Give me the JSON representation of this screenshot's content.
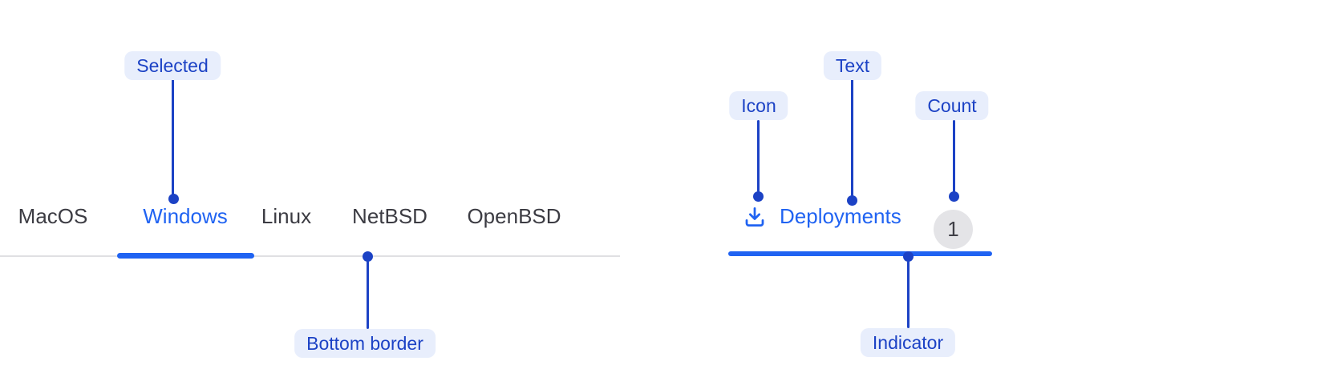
{
  "colors": {
    "tab_active": "#2063f2",
    "tab_inactive": "#3c3c43",
    "annotation": "#1c42c5",
    "annotation_pill_bg": "#e8eefc",
    "divider": "#e0e0e3",
    "badge_bg": "#e4e4e7",
    "badge_text": "#3f3f46"
  },
  "left_tab_bar": {
    "tabs": [
      {
        "label": "MacOS",
        "selected": false
      },
      {
        "label": "Windows",
        "selected": true
      },
      {
        "label": "Linux",
        "selected": false
      },
      {
        "label": "NetBSD",
        "selected": false
      },
      {
        "label": "OpenBSD",
        "selected": false
      }
    ],
    "annotations": {
      "selected_label": "Selected",
      "bottom_border_label": "Bottom border"
    }
  },
  "right_tab": {
    "icon": "download-icon",
    "label": "Deployments",
    "count": "1",
    "annotations": {
      "icon_label": "Icon",
      "text_label": "Text",
      "count_label": "Count",
      "indicator_label": "Indicator"
    }
  }
}
